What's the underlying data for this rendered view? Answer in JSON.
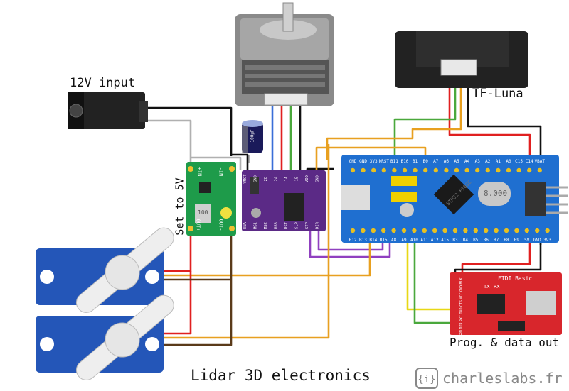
{
  "title": "Lidar 3D electronics",
  "brand": "charleslabs.fr",
  "labels": {
    "input_12v": "12V input",
    "tf_luna": "TF-Luna",
    "set_5v": "Set to 5V",
    "prog_out": "Prog. & data out"
  },
  "buck": {
    "in_plus": "+IN",
    "in_minus": "-IN",
    "out_plus": "OUT+",
    "out_minus": "OUT-",
    "pot": "100"
  },
  "capacitor": {
    "label": "100µF"
  },
  "driver": {
    "top_pins": [
      "VMOT",
      "GND",
      "2B",
      "2A",
      "1A",
      "1B",
      "VDD",
      "GND"
    ],
    "bottom_pins": [
      "ENA",
      "MS1",
      "MS2",
      "MS3",
      "RST",
      "SLP",
      "STP",
      "DIR"
    ]
  },
  "mcu": {
    "top_pins": [
      "GND",
      "GND",
      "3V3",
      "NRST",
      "B11",
      "B10",
      "B1",
      "B0",
      "A7",
      "A6",
      "A5",
      "A4",
      "A3",
      "A2",
      "A1",
      "A0",
      "C15",
      "C14",
      "VBAT"
    ],
    "bottom_pins": [
      "B12",
      "B13",
      "B14",
      "B15",
      "A8",
      "A9",
      "A10",
      "A11",
      "A12",
      "A15",
      "B3",
      "B4",
      "B5",
      "B6",
      "B7",
      "B8",
      "B9",
      "5V",
      "GND",
      "3V3"
    ],
    "crystal": "8.000",
    "chip": "STM32 F103C"
  },
  "ftdi": {
    "title": "FTDI Basic",
    "tx": "TX",
    "rx": "RX",
    "pins": [
      "BLK",
      "GND",
      "VCC",
      "CTS",
      "TXO",
      "RXI",
      "DTR",
      "GRN"
    ]
  },
  "colors": {
    "red": "#e02020",
    "black": "#111111",
    "grey": "#b0b0b0",
    "green": "#4aa83c",
    "blue": "#3a6ed8",
    "yellow": "#e8d816",
    "orange": "#e8a020",
    "purple": "#9040c0",
    "mcu_blue": "#1f6fd0",
    "buck_green": "#1e9b4a",
    "driver_purple": "#5b2a86",
    "ftdi_red": "#d8262c",
    "servo_blue": "#2456b8"
  }
}
